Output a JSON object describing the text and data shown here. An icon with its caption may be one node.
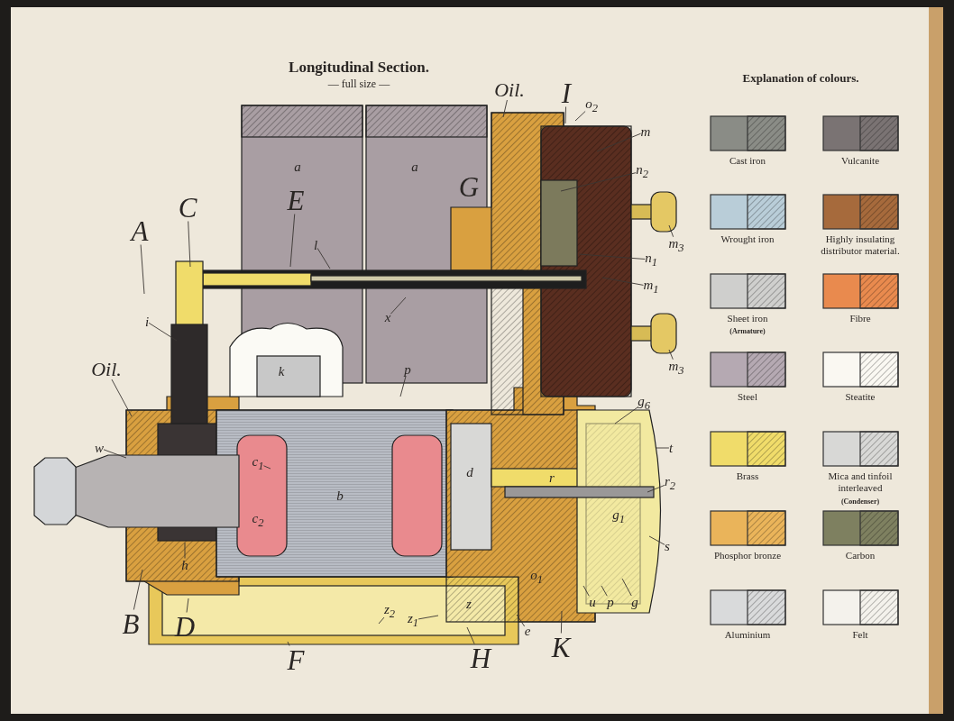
{
  "diagram": {
    "title": "Longitudinal Section.",
    "nodes": [
      {
        "text": [
          "A"
        ]
      },
      {
        "text": [
          "C"
        ]
      },
      {
        "text": [
          "E"
        ]
      },
      {
        "text": [
          "Oil."
        ]
      },
      {
        "text": [
          "i"
        ]
      },
      {
        "text": [
          "w"
        ]
      },
      {
        "text": [
          "B"
        ]
      },
      {
        "text": [
          "h"
        ]
      },
      {
        "text": [
          "D"
        ]
      },
      {
        "text": [
          "F"
        ]
      },
      {
        "text": [
          "c$_{1}$"
        ]
      },
      {
        "text": [
          "l"
        ]
      },
      {
        "text": [
          "Oil."
        ]
      },
      {
        "text": [
          "I"
        ]
      },
      {
        "text": [
          "o$_{2}$"
        ]
      },
      {
        "text": [
          "m"
        ]
      },
      {
        "text": [
          "n$_{2}$"
        ]
      },
      {
        "text": [
          "m$_{3}$"
        ]
      },
      {
        "text": [
          "n$_{1}$"
        ]
      },
      {
        "text": [
          "m$_{1}$"
        ]
      },
      {
        "text": [
          "x"
        ]
      },
      {
        "text": [
          "m$_{3}$"
        ]
      },
      {
        "text": [
          "p"
        ]
      },
      {
        "text": [
          "g$_{6}$"
        ]
      },
      {
        "text": [
          "t"
        ]
      },
      {
        "text": [
          "r$_{2}$"
        ]
      },
      {
        "text": [
          "s"
        ]
      },
      {
        "text": [
          "u"
        ]
      },
      {
        "text": [
          "p"
        ]
      },
      {
        "text": [
          "g"
        ]
      },
      {
        "text": [
          "e"
        ]
      },
      {
        "text": [
          "K"
        ]
      },
      {
        "text": [
          "H"
        ]
      },
      {
        "text": [
          "z$_{2}$"
        ]
      },
      {
        "text": [
          "z$_{1}$"
        ]
      }
    ],
    "edges": [
      {
        "from": 0,
        "to": null,
        "arrow": "none"
      },
      {
        "from": 1,
        "to": null,
        "arrow": "none"
      },
      {
        "from": 2,
        "to": null,
        "arrow": "none"
      },
      {
        "from": 3,
        "to": null,
        "arrow": "none"
      },
      {
        "from": 4,
        "to": null,
        "arrow": "none"
      },
      {
        "from": 5,
        "to": null,
        "arrow": "none"
      },
      {
        "from": 6,
        "to": null,
        "arrow": "none"
      },
      {
        "from": 7,
        "to": null,
        "arrow": "none"
      },
      {
        "from": 8,
        "to": null,
        "arrow": "none"
      },
      {
        "from": 9,
        "to": null,
        "arrow": "none"
      },
      {
        "from": 10,
        "to": null,
        "arrow": "none"
      },
      {
        "from": 11,
        "to": null,
        "arrow": "none"
      },
      {
        "from": 12,
        "to": null,
        "arrow": "none"
      },
      {
        "from": 13,
        "to": null,
        "arrow": "none"
      },
      {
        "from": 14,
        "to": null,
        "arrow": "none"
      },
      {
        "from": 15,
        "to": null,
        "arrow": "none"
      },
      {
        "from": 16,
        "to": null,
        "arrow": "none"
      },
      {
        "from": 17,
        "to": null,
        "arrow": "none"
      },
      {
        "from": 18,
        "to": null,
        "arrow": "none"
      },
      {
        "from": 19,
        "to": null,
        "arrow": "none"
      },
      {
        "from": 20,
        "to": null,
        "arrow": "none"
      },
      {
        "from": 21,
        "to": null,
        "arrow": "none"
      },
      {
        "from": 22,
        "to": null,
        "arrow": "none"
      },
      {
        "from": 23,
        "to": null,
        "arrow": "none"
      },
      {
        "from": 24,
        "to": null,
        "arrow": "none"
      },
      {
        "from": 25,
        "to": null,
        "arrow": "none"
      },
      {
        "from": 26,
        "to": null,
        "arrow": "none"
      },
      {
        "from": 27,
        "to": null,
        "arrow": "none"
      },
      {
        "from": 28,
        "to": null,
        "arrow": "none"
      },
      {
        "from": 29,
        "to": null,
        "arrow": "none"
      },
      {
        "from": 30,
        "to": null,
        "arrow": "none"
      },
      {
        "from": 31,
        "to": null,
        "arrow": "none"
      },
      {
        "from": 32,
        "to": null,
        "arrow": "none"
      },
      {
        "from": 33,
        "to": null,
        "arrow": "none"
      },
      {
        "from": 34,
        "to": null,
        "arrow": "none"
      }
    ],
    "labels": [
      "— full size —",
      "Explanation of colours.",
      "a",
      "a",
      "G",
      "k",
      "b",
      "c$_{2}$",
      "d",
      "r",
      "g$_{1}$",
      "o$_{1}$",
      "z",
      "(Armature)",
      "(Condenser)"
    ],
    "legend": [
      {
        "text": "Cast iron",
        "color": "#8a8c86"
      },
      {
        "text": "Vulcanite",
        "color": "#7a7373"
      },
      {
        "text": "Wrought iron",
        "color": "#b9cdd8"
      },
      {
        "text": "Highly insulating distributor material.",
        "color": "#a66a3c"
      },
      {
        "text": "Sheet iron",
        "color": "#cfcfcd"
      },
      {
        "text": "Fibre",
        "color": "#e98a4e"
      },
      {
        "text": "Steel",
        "color": "#b5a9b2"
      },
      {
        "text": "Steatite",
        "color": "#faf8f2"
      },
      {
        "text": "Brass",
        "color": "#f0dc6a"
      },
      {
        "text": "Mica and tinfoil interleaved",
        "color": "#d8d8d6"
      },
      {
        "text": "Phosphor bronze",
        "color": "#eab45a"
      },
      {
        "text": "Carbon",
        "color": "#7e8060"
      },
      {
        "text": "Aluminium",
        "color": "#d9dadb"
      },
      {
        "text": "Felt",
        "color": "#f4f2ec"
      }
    ]
  }
}
